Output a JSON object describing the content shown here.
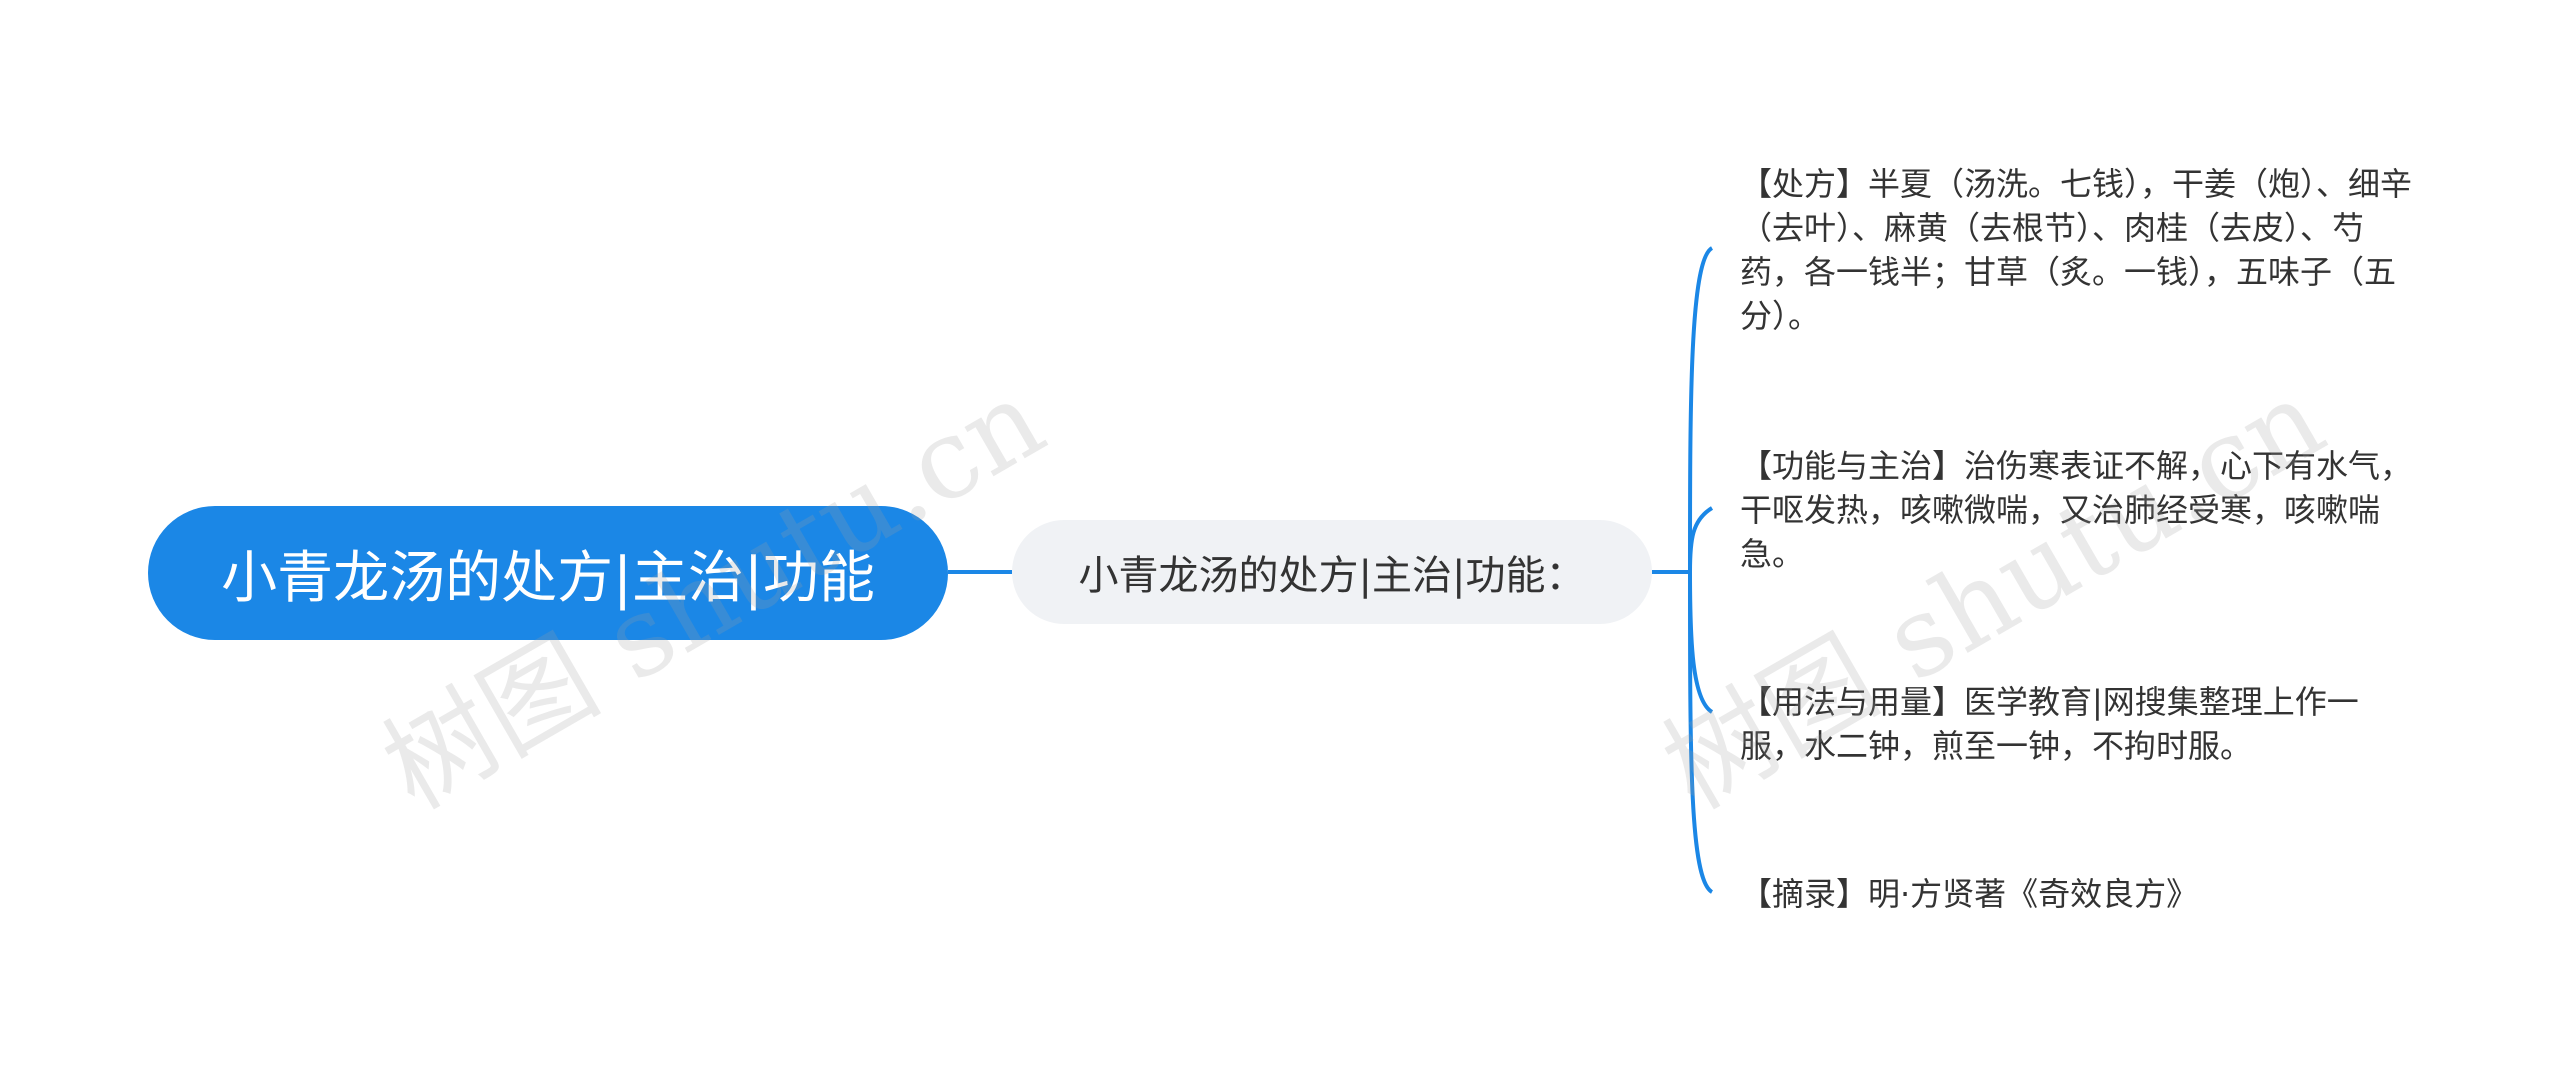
{
  "root": {
    "label": "小青龙汤的处方|主治|功能"
  },
  "topic": {
    "label": "小青龙汤的处方|主治|功能："
  },
  "leaves": [
    {
      "text": "【处方】半夏（汤洗。七钱），干姜（炮）、细辛（去叶）、麻黄（去根节）、肉桂（去皮）、芍药，各一钱半；甘草（炙。一钱），五味子（五分）。"
    },
    {
      "text": "【功能与主治】治伤寒表证不解，心下有水气，干呕发热，咳嗽微喘，又治肺经受寒，咳嗽喘急。"
    },
    {
      "text": "【用法与用量】医学教育|网搜集整理上作一服，水二钟，煎至一钟，不拘时服。"
    },
    {
      "text": "【摘录】明·方贤著《奇效良方》"
    }
  ],
  "watermarks": [
    "树图 shutu.cn",
    "树图 shutu.cn"
  ],
  "colors": {
    "root_fill": "#1b87e6",
    "topic_fill": "#f0f2f5",
    "connector": "#1b87e6",
    "text": "#333333"
  }
}
